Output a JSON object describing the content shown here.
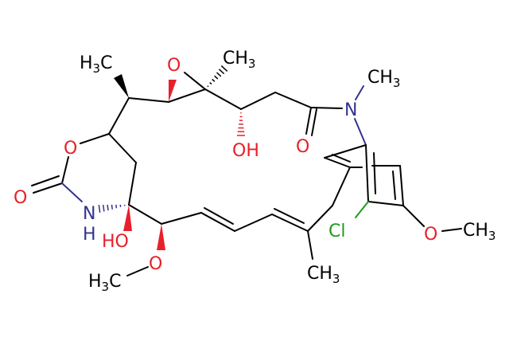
{
  "colors": {
    "carbon": "#000000",
    "oxygen": "#e8202a",
    "nitrogen": "#33338f",
    "chlorine": "#1f9a1f"
  },
  "atoms": [
    {
      "id": "me1",
      "text": "H",
      "sub": "3",
      "tail": "C",
      "color": "carbon"
    },
    {
      "id": "o_epox",
      "text": "O",
      "color": "oxygen"
    },
    {
      "id": "me2",
      "text": "CH",
      "sub": "3",
      "color": "carbon"
    },
    {
      "id": "oh1",
      "text": "OH",
      "color": "oxygen"
    },
    {
      "id": "o_amide",
      "text": "O",
      "color": "oxygen"
    },
    {
      "id": "n_amide",
      "text": "N",
      "color": "nitrogen"
    },
    {
      "id": "me_n",
      "text": "CH",
      "sub": "3",
      "color": "carbon"
    },
    {
      "id": "o_ring",
      "text": "O",
      "color": "oxygen"
    },
    {
      "id": "o_carb",
      "text": "O",
      "color": "oxygen"
    },
    {
      "id": "nh_n",
      "text": "N",
      "color": "nitrogen"
    },
    {
      "id": "nh_h",
      "text": "H",
      "color": "nitrogen"
    },
    {
      "id": "oh2",
      "text": "HO",
      "color": "oxygen"
    },
    {
      "id": "o_meo1",
      "text": "O",
      "color": "oxygen"
    },
    {
      "id": "me_o1",
      "text": "H",
      "sub": "3",
      "tail": "C",
      "color": "carbon"
    },
    {
      "id": "me3",
      "text": "CH",
      "sub": "3",
      "color": "carbon"
    },
    {
      "id": "cl",
      "text": "Cl",
      "color": "chlorine"
    },
    {
      "id": "o_meo2",
      "text": "O",
      "color": "oxygen"
    },
    {
      "id": "me_o2",
      "text": "CH",
      "sub": "3",
      "color": "carbon"
    }
  ]
}
